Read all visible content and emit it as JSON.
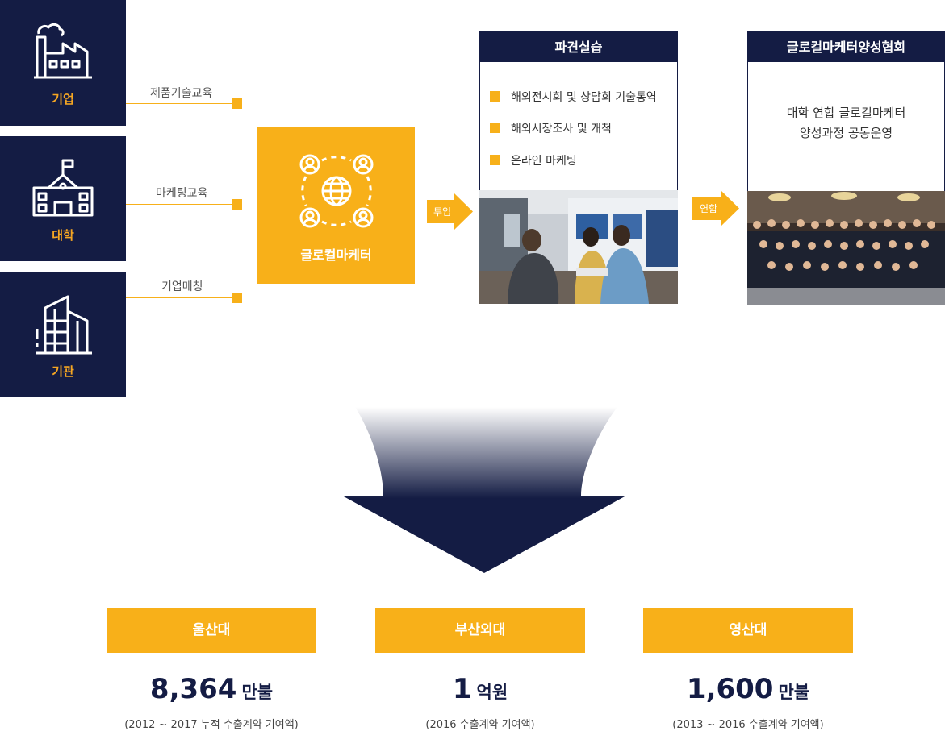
{
  "sources": [
    {
      "label": "기업",
      "icon": "factory-icon"
    },
    {
      "label": "대학",
      "icon": "university-icon"
    },
    {
      "label": "기관",
      "icon": "building-icon"
    }
  ],
  "education": [
    "제품기술교육",
    "마케팅교육",
    "기업매칭"
  ],
  "center": {
    "label": "글로컬마케터",
    "icon": "global-network-icon"
  },
  "arrow1": {
    "label": "투입"
  },
  "arrow2": {
    "label": "연합"
  },
  "training": {
    "title": "파견실습",
    "items": [
      "해외전시회 및 상담회 기술통역",
      "해외시장조사 및 개척",
      "온라인 마케팅"
    ]
  },
  "association": {
    "title": "글로컬마케터양성협회",
    "text_line1": "대학 연합 글로컬마케터",
    "text_line2": "양성과정 공동운영"
  },
  "results": [
    {
      "school": "울산대",
      "value": "8,364",
      "unit": "만불",
      "note": "(2012 ~ 2017 누적 수출계약 기여액)"
    },
    {
      "school": "부산외대",
      "value": "1",
      "unit": "억원",
      "note": "(2016 수출계약 기여액)"
    },
    {
      "school": "영산대",
      "value": "1,600",
      "unit": "만불",
      "note": "(2013 ~ 2016 수출계약 기여액)"
    }
  ],
  "colors": {
    "navy": "#141c44",
    "accent": "#f8b019"
  }
}
